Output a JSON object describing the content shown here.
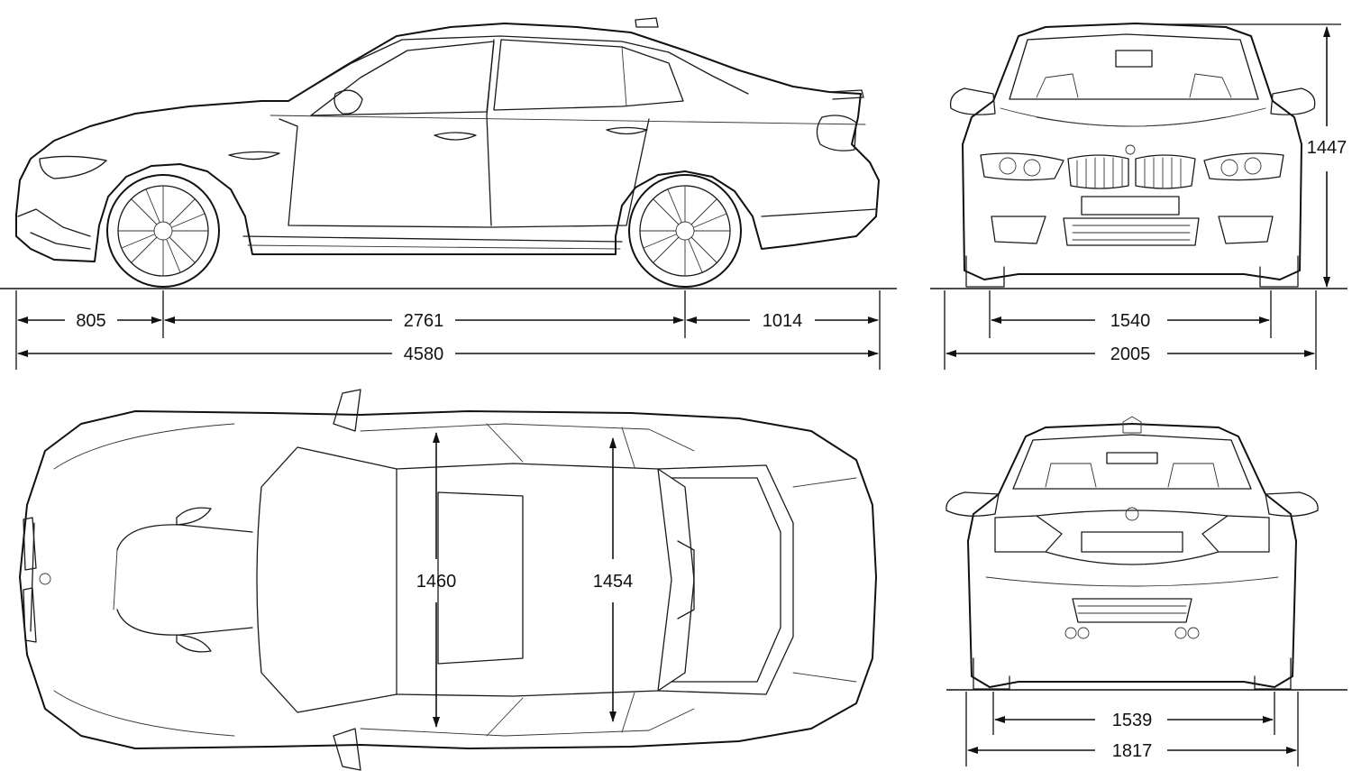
{
  "dimensions": {
    "front_overhang": "805",
    "wheelbase": "2761",
    "rear_overhang": "1014",
    "overall_length": "4580",
    "height": "1447",
    "front_track": "1540",
    "width_with_mirrors": "2005",
    "front_interior_width": "1460",
    "rear_interior_width": "1454",
    "rear_track": "1539",
    "body_width": "1817"
  },
  "colors": {
    "line": "#1a1a1a",
    "background": "#ffffff"
  }
}
